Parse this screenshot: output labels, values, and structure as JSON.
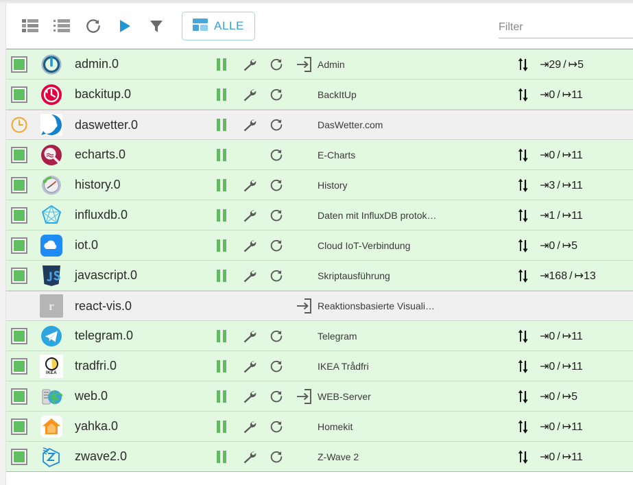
{
  "toolbar": {
    "buttons": [
      {
        "name": "list-view-detailed-icon",
        "title": "Detailansicht"
      },
      {
        "name": "list-view-compact-icon",
        "title": "Listenansicht"
      },
      {
        "name": "refresh-icon",
        "title": "Aktualisieren"
      },
      {
        "name": "play-icon",
        "title": "Starten"
      },
      {
        "name": "filter-icon",
        "title": "Filter"
      }
    ],
    "all_button": {
      "label": "ALLE",
      "icon": "dashboard-icon"
    },
    "accent_color": "#3aa0d8"
  },
  "search": {
    "placeholder": "Filter",
    "value": ""
  },
  "colors": {
    "row_running": "#e3f8e1",
    "row_stopped": "#f0f0f0",
    "status_green": "#5fbf61",
    "status_scheduled": "#f5a623"
  },
  "rows": [
    {
      "status": "running",
      "icon": "admin-icon",
      "name": "admin.0",
      "actions": [
        "pause",
        "settings",
        "restart",
        "open"
      ],
      "description": "Admin",
      "io_icon": "updown-arrows-icon",
      "in": "29",
      "out": "5",
      "has_counts": true
    },
    {
      "status": "running",
      "icon": "backitup-icon",
      "name": "backitup.0",
      "actions": [
        "pause",
        "settings",
        "restart"
      ],
      "description": "BackItUp",
      "io_icon": "updown-arrows-icon",
      "in": "0",
      "out": "11",
      "has_counts": true
    },
    {
      "status": "scheduled",
      "icon": "daswetter-icon",
      "name": "daswetter.0",
      "actions": [
        "pause",
        "settings",
        "restart"
      ],
      "description": "DasWetter.com",
      "io_icon": "",
      "in": "",
      "out": "",
      "has_counts": false,
      "row_style": "gray"
    },
    {
      "status": "running",
      "icon": "echarts-icon",
      "name": "echarts.0",
      "actions": [
        "pause",
        "",
        "restart"
      ],
      "description": "E-Charts",
      "io_icon": "updown-arrows-icon",
      "in": "0",
      "out": "11",
      "has_counts": true
    },
    {
      "status": "running",
      "icon": "history-icon",
      "name": "history.0",
      "actions": [
        "pause",
        "settings",
        "restart"
      ],
      "description": "History",
      "io_icon": "updown-arrows-icon",
      "in": "3",
      "out": "11",
      "has_counts": true
    },
    {
      "status": "running",
      "icon": "influxdb-icon",
      "name": "influxdb.0",
      "actions": [
        "pause",
        "settings",
        "restart"
      ],
      "description": "Daten mit InfluxDB protok…",
      "io_icon": "updown-arrows-icon",
      "in": "1",
      "out": "11",
      "has_counts": true
    },
    {
      "status": "running",
      "icon": "iot-icon",
      "name": "iot.0",
      "actions": [
        "pause",
        "settings",
        "restart"
      ],
      "description": "Cloud IoT-Verbindung",
      "io_icon": "updown-arrows-icon",
      "in": "0",
      "out": "5",
      "has_counts": true
    },
    {
      "status": "running",
      "icon": "javascript-icon",
      "name": "javascript.0",
      "actions": [
        "pause",
        "settings",
        "restart"
      ],
      "description": "Skriptausführung",
      "io_icon": "updown-arrows-icon",
      "in": "168",
      "out": "13",
      "has_counts": true
    },
    {
      "status": "none",
      "icon": "react-vis-icon",
      "name": "react-vis.0",
      "actions": [
        "",
        "",
        "",
        "open"
      ],
      "description": "Reaktionsbasierte Visuali…",
      "io_icon": "",
      "in": "",
      "out": "",
      "has_counts": false,
      "row_style": "gray"
    },
    {
      "status": "running",
      "icon": "telegram-icon",
      "name": "telegram.0",
      "actions": [
        "pause",
        "settings",
        "restart"
      ],
      "description": "Telegram",
      "io_icon": "updown-arrows-icon",
      "in": "0",
      "out": "11",
      "has_counts": true
    },
    {
      "status": "running",
      "icon": "tradfri-icon",
      "name": "tradfri.0",
      "actions": [
        "pause",
        "settings",
        "restart"
      ],
      "description": "IKEA Trådfri",
      "io_icon": "updown-arrows-icon",
      "in": "0",
      "out": "11",
      "has_counts": true
    },
    {
      "status": "running",
      "icon": "web-icon",
      "name": "web.0",
      "actions": [
        "pause",
        "settings",
        "restart",
        "open"
      ],
      "description": "WEB-Server",
      "io_icon": "updown-arrows-icon",
      "in": "0",
      "out": "5",
      "has_counts": true
    },
    {
      "status": "running",
      "icon": "yahka-icon",
      "name": "yahka.0",
      "actions": [
        "pause",
        "settings",
        "restart"
      ],
      "description": "Homekit",
      "io_icon": "updown-arrows-icon",
      "in": "0",
      "out": "11",
      "has_counts": true
    },
    {
      "status": "running",
      "icon": "zwave2-icon",
      "name": "zwave2.0",
      "actions": [
        "pause",
        "settings",
        "restart"
      ],
      "description": "Z-Wave 2",
      "io_icon": "updown-arrows-icon",
      "in": "0",
      "out": "11",
      "has_counts": true
    }
  ],
  "glyphs": {
    "in_arrow": "⇥",
    "out_arrow": "↦",
    "slash": "/"
  }
}
